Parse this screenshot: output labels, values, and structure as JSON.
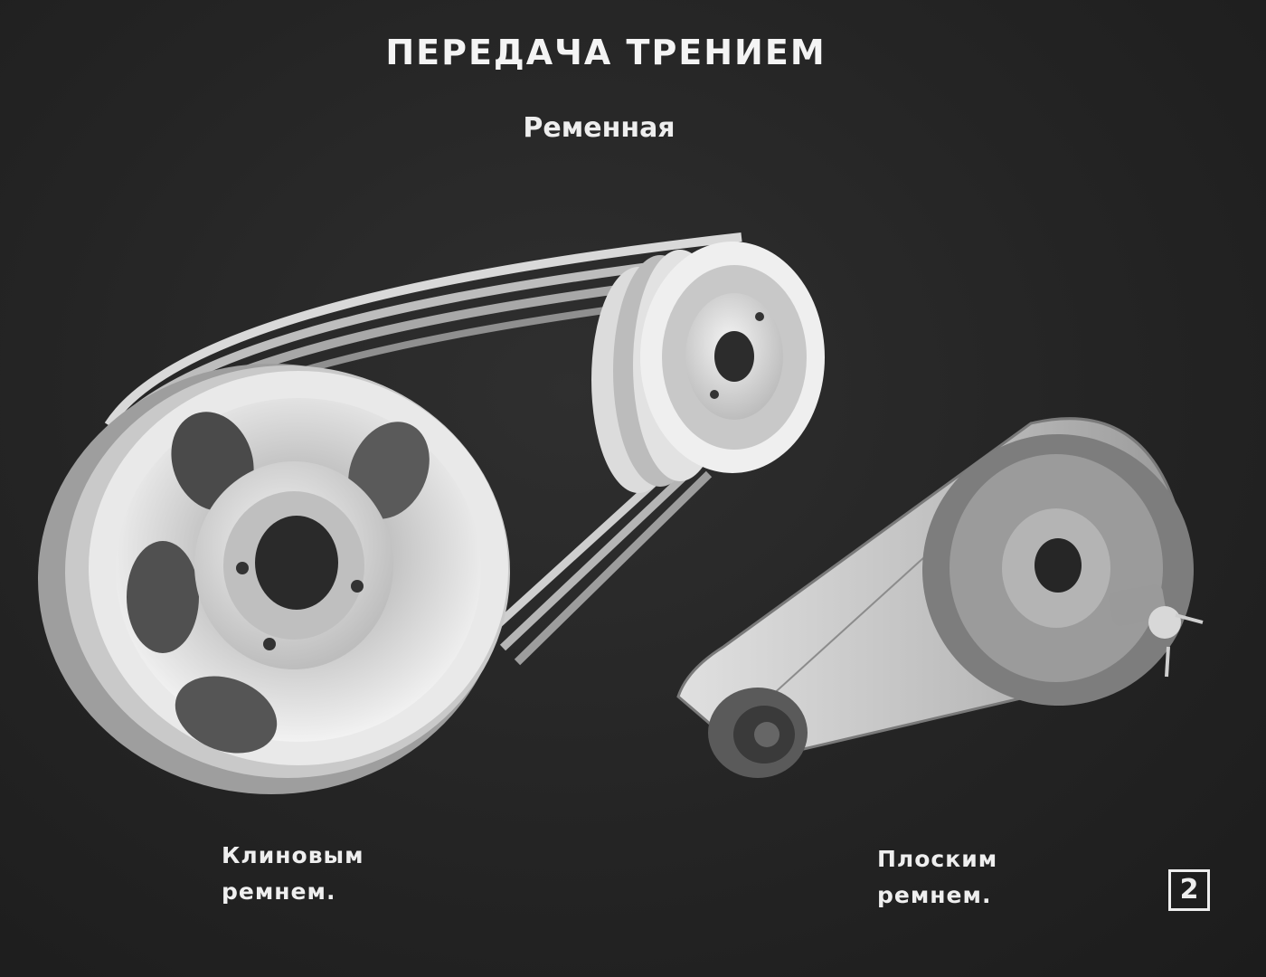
{
  "slide": {
    "title": "ПЕРЕДАЧА ТРЕНИЕМ",
    "subtitle": "Ременная",
    "left_caption": {
      "line1": "Клиновым",
      "line2": "ремнем."
    },
    "right_caption": {
      "line1": "Плоским",
      "line2": "ремнем."
    },
    "slide_number": "2"
  },
  "illustrations": [
    {
      "name": "v-belt-drive",
      "icon": "v-belt-pulley-illustration"
    },
    {
      "name": "flat-belt-drive",
      "icon": "flat-belt-pulley-illustration"
    }
  ],
  "colors": {
    "background": "#262626",
    "foreground": "#eeeeee"
  }
}
